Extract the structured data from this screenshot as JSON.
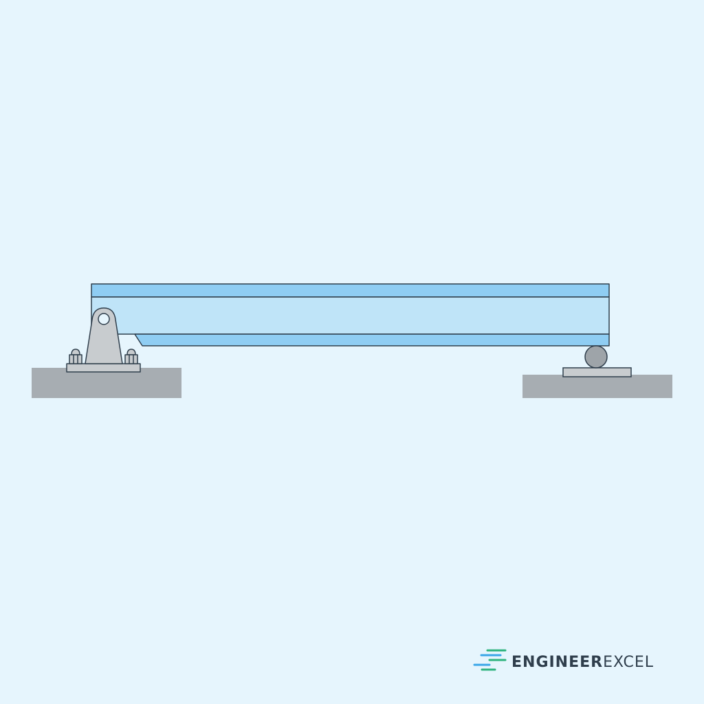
{
  "colors": {
    "background": "#e6f5fd",
    "outline": "#2f3e4c",
    "flange": "#8fcdf3",
    "web": "#bfe4f8",
    "ground": "#a7adb2",
    "support_metal": "#c8cccf",
    "roller": "#9ea4a9",
    "logo_text_dark": "#2f3e4c",
    "logo_accent_green": "#2db37e",
    "logo_accent_blue": "#3aa6e8"
  },
  "diagram": {
    "left_support": "pin-support",
    "right_support": "roller-support",
    "beam": "i-beam"
  },
  "logo": {
    "word_bold": "ENGINEER",
    "word_light": "EXCEL"
  }
}
